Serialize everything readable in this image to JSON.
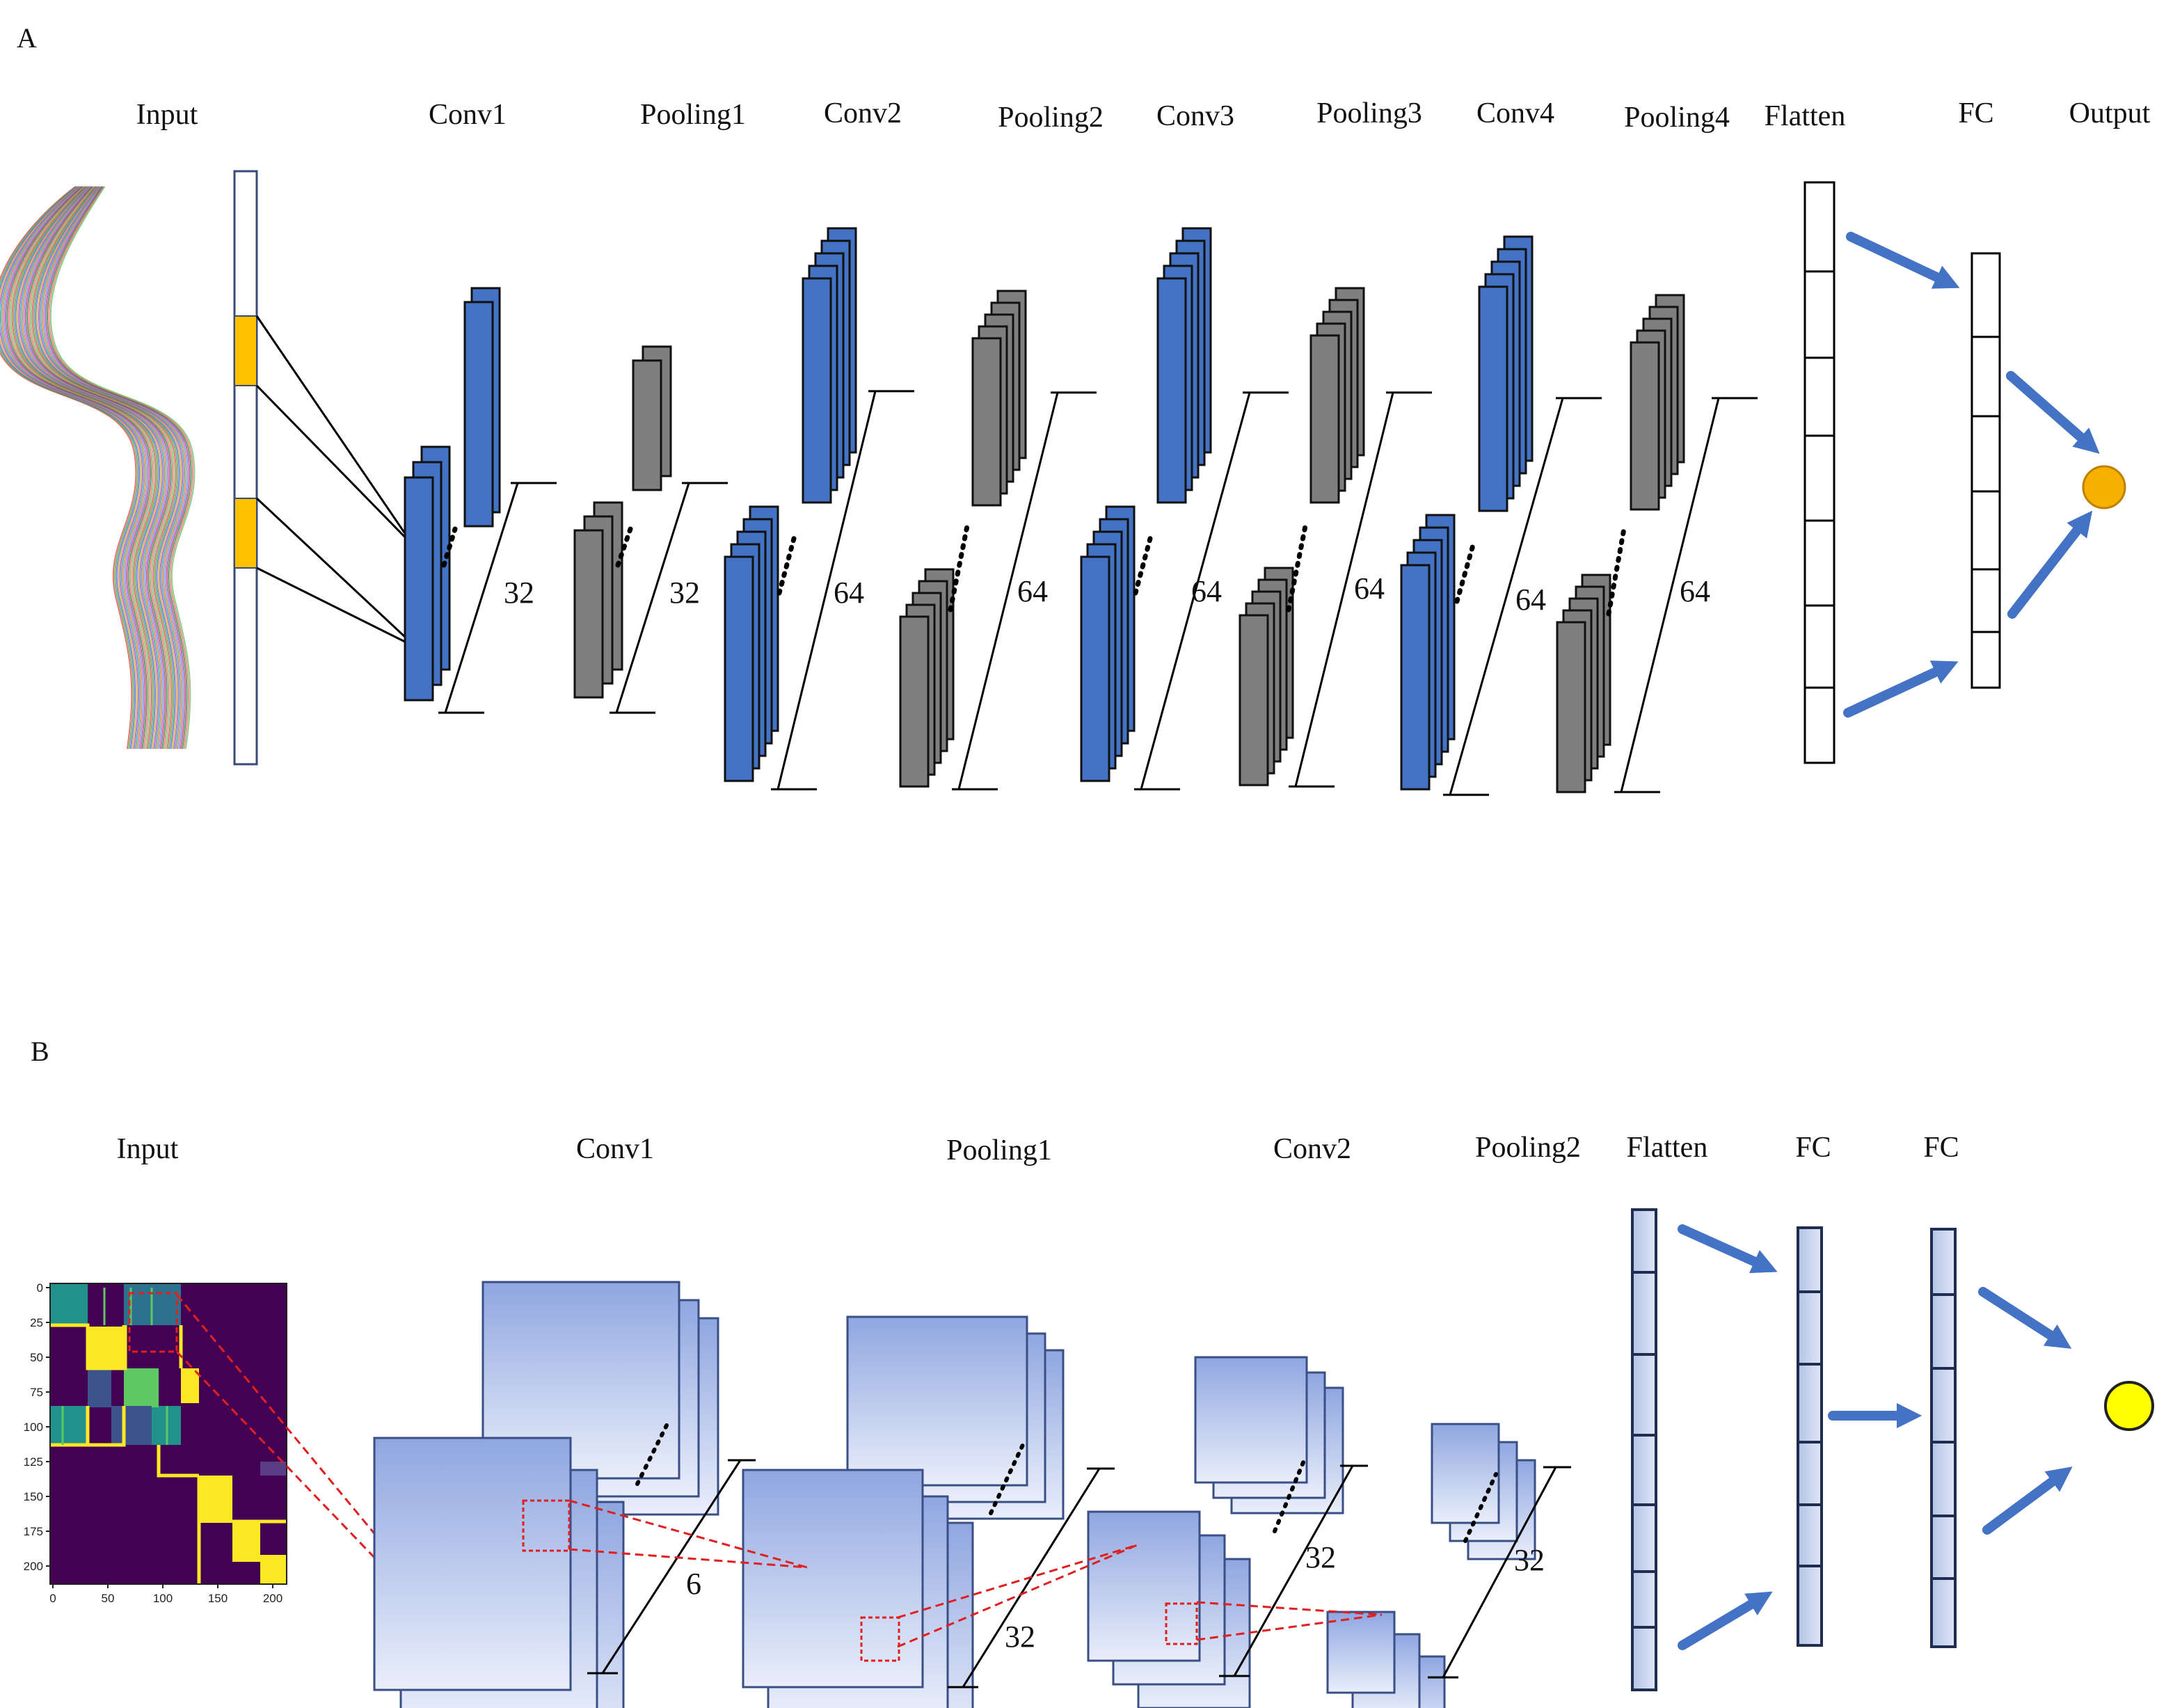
{
  "panelA": {
    "panel_label": "A",
    "labels": {
      "input": "Input",
      "conv1": "Conv1",
      "pooling1": "Pooling1",
      "conv2": "Conv2",
      "pooling2": "Pooling2",
      "conv3": "Conv3",
      "pooling3": "Pooling3",
      "conv4": "Conv4",
      "pooling4": "Pooling4",
      "flatten": "Flatten",
      "fc": "FC",
      "output": "Output"
    },
    "channels": {
      "conv1": "32",
      "pooling1": "32",
      "conv2": "64",
      "pooling2": "64",
      "conv3": "64",
      "pooling3": "64",
      "conv4": "64",
      "pooling4": "64"
    }
  },
  "panelB": {
    "panel_label": "B",
    "labels": {
      "input": "Input",
      "conv1": "Conv1",
      "pooling1": "Pooling1",
      "conv2": "Conv2",
      "pooling2": "Pooling2",
      "flatten": "Flatten",
      "fc1": "FC",
      "fc2": "FC"
    },
    "channels": {
      "conv1": "6",
      "pooling1": "32",
      "conv2": "32",
      "pooling2": "32"
    },
    "heatmap_ticks": {
      "y": [
        "0",
        "25",
        "50",
        "75",
        "100",
        "125",
        "150",
        "175",
        "200"
      ],
      "x": [
        "0",
        "50",
        "100",
        "150",
        "200"
      ]
    }
  },
  "colors": {
    "conv_blue": "#4472c4",
    "pool_gray": "#7f7f7f",
    "input_orange": "#ffc000",
    "output_orange": "#f5b000",
    "output_yellow": "#ffff00",
    "arrow_blue": "#4472c4",
    "heatmap_purple": "#440154",
    "heatmap_yellow": "#fde725",
    "heatmap_teal": "#21918c",
    "receptive_red": "#e02020"
  }
}
